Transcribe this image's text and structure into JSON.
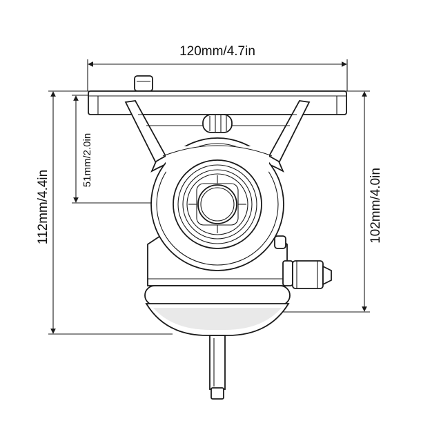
{
  "diagram": {
    "dimensions": {
      "width_label": "120mm/4.7in",
      "height_total_label": "112mm/4.4in",
      "height_right_label": "102mm/4.0in",
      "center_height_label": "51mm/2.0in"
    },
    "colors": {
      "ink": "#1a1a1a",
      "fill": "#ffffff",
      "shade": "#e9e9e9"
    }
  }
}
